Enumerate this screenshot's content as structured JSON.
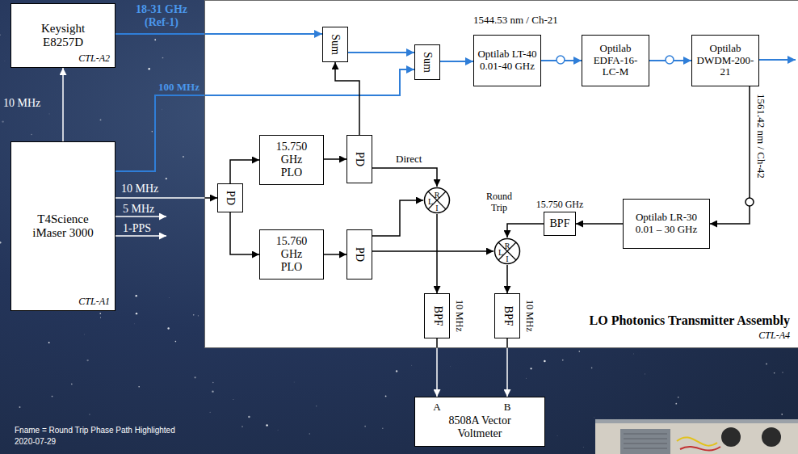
{
  "diagram": {
    "nodes": [
      {
        "text": [
          "Keysight E8257D",
          "CTL-A2"
        ]
      },
      {
        "text": [
          "LO Photonics Transmitter Assembly",
          "CTL-A4"
        ]
      },
      {
        "text": [
          "Sum"
        ],
        "in": 1
      },
      {
        "text": [
          "Sum"
        ],
        "in": 1
      },
      {
        "text": [
          "Optilab LT-40 0.01-40 GHz"
        ],
        "in": 1
      },
      {
        "text": [
          "Optilab EDFA-16-LC-M"
        ],
        "in": 1
      },
      {
        "text": [
          "Optilab DWDM-200-21"
        ],
        "in": 1
      },
      {
        "text": [
          "PD"
        ],
        "in": 1
      },
      {
        "text": [
          "15.750 GHz PLO"
        ],
        "in": 1
      },
      {
        "text": [
          "PD"
        ],
        "in": 1
      },
      {
        "text": [
          "15.760 GHz PLO"
        ],
        "in": 1
      },
      {
        "text": [
          "PD"
        ],
        "in": 1
      },
      {
        "text": [
          "R",
          "L",
          "I"
        ],
        "in": 1
      },
      {
        "text": [
          "R",
          "L",
          "I"
        ],
        "in": 1
      },
      {
        "text": [
          "15.750 GHz",
          "BPF"
        ],
        "in": 1
      },
      {
        "text": [
          "Optilab LR-30 0.01 – 30 GHz"
        ],
        "in": 1
      },
      {
        "text": [
          "BPF",
          "10 MHz"
        ],
        "in": 1
      },
      {
        "text": [
          "BPF",
          "10 MHz"
        ],
        "in": 1
      },
      {
        "text": [
          "T4Science iMaser 3000",
          "CTL-A1"
        ]
      },
      {
        "text": [
          "A",
          "B",
          "8508A Vector Voltmeter"
        ]
      }
    ],
    "edges": [
      {
        "from": 18,
        "to": 0,
        "arrow": "to",
        "label": "10 MHz"
      },
      {
        "from": 0,
        "to": 2,
        "arrow": "to",
        "label": "18-31 GHz (Ref-1)"
      },
      {
        "from": 18,
        "to": 3,
        "arrow": "to",
        "label": "100 MHz"
      },
      {
        "from": 18,
        "to": 7,
        "arrow": "to",
        "label": "10 MHz"
      },
      {
        "from": 7,
        "to": 8,
        "arrow": "to"
      },
      {
        "from": 7,
        "to": 10,
        "arrow": "to"
      },
      {
        "from": 8,
        "to": 9,
        "arrow": "to"
      },
      {
        "from": 10,
        "to": 11,
        "arrow": "to"
      },
      {
        "from": 9,
        "to": 2,
        "arrow": "to"
      },
      {
        "from": 2,
        "to": 3,
        "arrow": "to"
      },
      {
        "from": 3,
        "to": 4,
        "arrow": "to"
      },
      {
        "from": 4,
        "to": 5,
        "arrow": "to"
      },
      {
        "from": 5,
        "to": 6,
        "arrow": "to"
      },
      {
        "from": 6,
        "to": 15,
        "arrow": "to",
        "label": "1561.42 nm / Ch-42"
      },
      {
        "from": 15,
        "to": 14,
        "arrow": "to"
      },
      {
        "from": 14,
        "to": 13,
        "arrow": "to",
        "label": "Round Trip"
      },
      {
        "from": 9,
        "to": 12,
        "arrow": "to",
        "label": "Direct"
      },
      {
        "from": 11,
        "to": 12,
        "arrow": "to"
      },
      {
        "from": 11,
        "to": 13,
        "arrow": "to"
      },
      {
        "from": 12,
        "to": 16,
        "arrow": "to"
      },
      {
        "from": 13,
        "to": 17,
        "arrow": "to"
      },
      {
        "from": 16,
        "to": 19,
        "arrow": "to"
      },
      {
        "from": 17,
        "to": 19,
        "arrow": "to"
      }
    ],
    "labels": [
      "1544.53 nm / Ch-21",
      "5 MHz",
      "1-PPS",
      "Fname = Round Trip Phase Path Highlighted",
      "2020-07-29"
    ]
  }
}
